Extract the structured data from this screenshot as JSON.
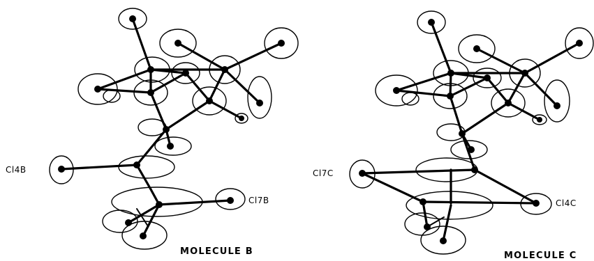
{
  "figure": {
    "molecules": [
      {
        "caption": "MOLECULE B",
        "labels": {
          "cl_left": "Cl4B",
          "cl_right": "Cl7B"
        }
      },
      {
        "caption": "MOLECULE C",
        "labels": {
          "cl_left": "Cl7C",
          "cl_right": "Cl4C"
        }
      }
    ]
  }
}
